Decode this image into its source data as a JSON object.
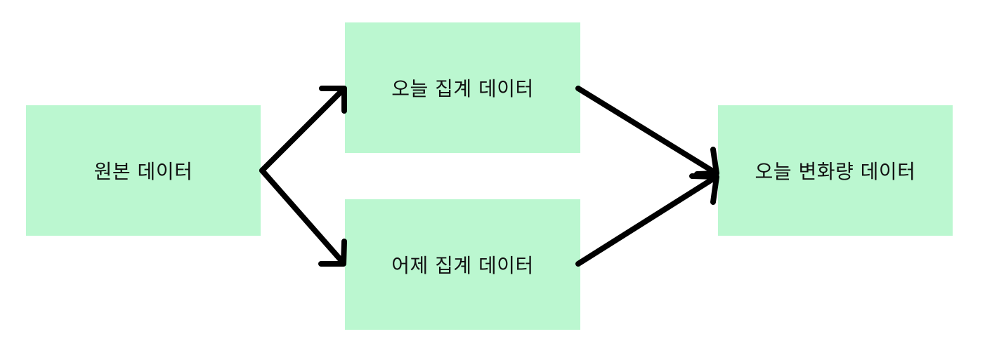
{
  "nodes": {
    "source": "원본 데이터",
    "today_agg": "오늘 집계 데이터",
    "yesterday_agg": "어제 집계 데이터",
    "today_delta": "오늘 변화량 데이터"
  },
  "colors": {
    "box_fill": "#bbf7d0",
    "arrow": "#000000",
    "text": "#111111"
  }
}
